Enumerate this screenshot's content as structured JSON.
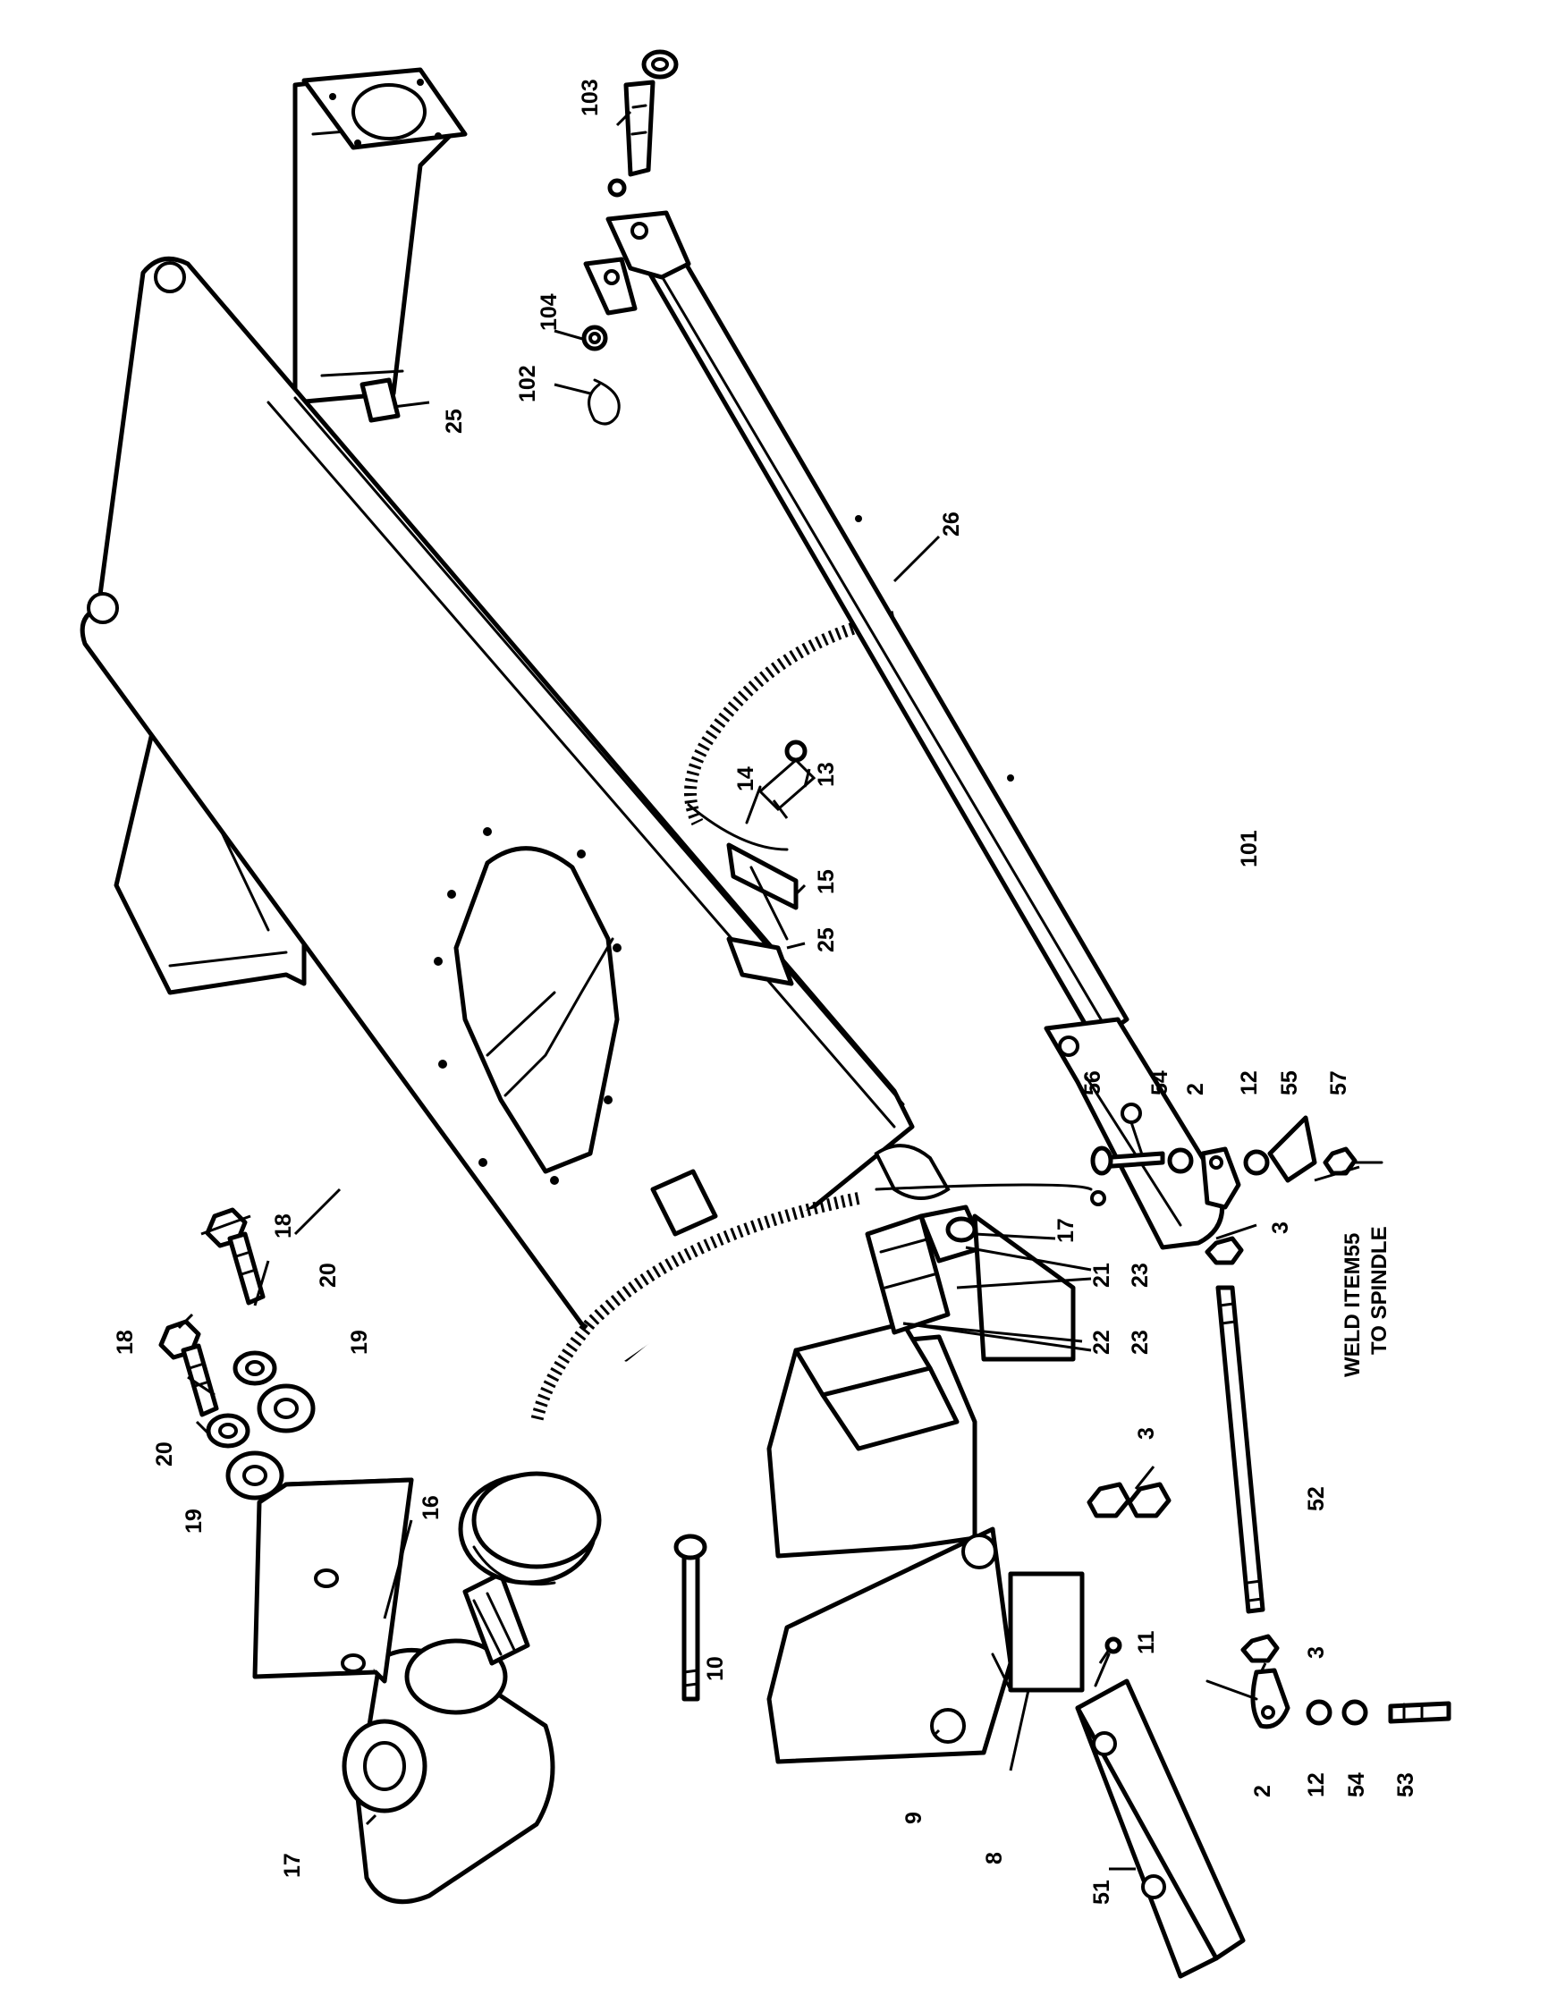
{
  "callouts": {
    "c103": "103",
    "c104": "104",
    "c102": "102",
    "c25a": "25",
    "c26": "26",
    "c13": "13",
    "c14": "14",
    "c15": "15",
    "c25b": "25",
    "c101": "101",
    "c56": "56",
    "c54a": "54",
    "c2a": "2",
    "c12a": "12",
    "c55": "55",
    "c57": "57",
    "c3a": "3",
    "c17a": "17",
    "c21": "21",
    "c23a": "23",
    "c22": "22",
    "c23b": "23",
    "c18a": "18",
    "c20a": "20",
    "c19a": "19",
    "c18b": "18",
    "c20b": "20",
    "c19b": "19",
    "c16": "16",
    "c17b": "17",
    "c10": "10",
    "c3b": "3",
    "c11": "11",
    "c52": "52",
    "c3c": "3",
    "c9": "9",
    "c8": "8",
    "c51": "51",
    "c2b": "2",
    "c12b": "12",
    "c54b": "54",
    "c53": "53"
  },
  "note": {
    "line1": "WELD ITEM55",
    "line2": "TO SPINDLE"
  }
}
